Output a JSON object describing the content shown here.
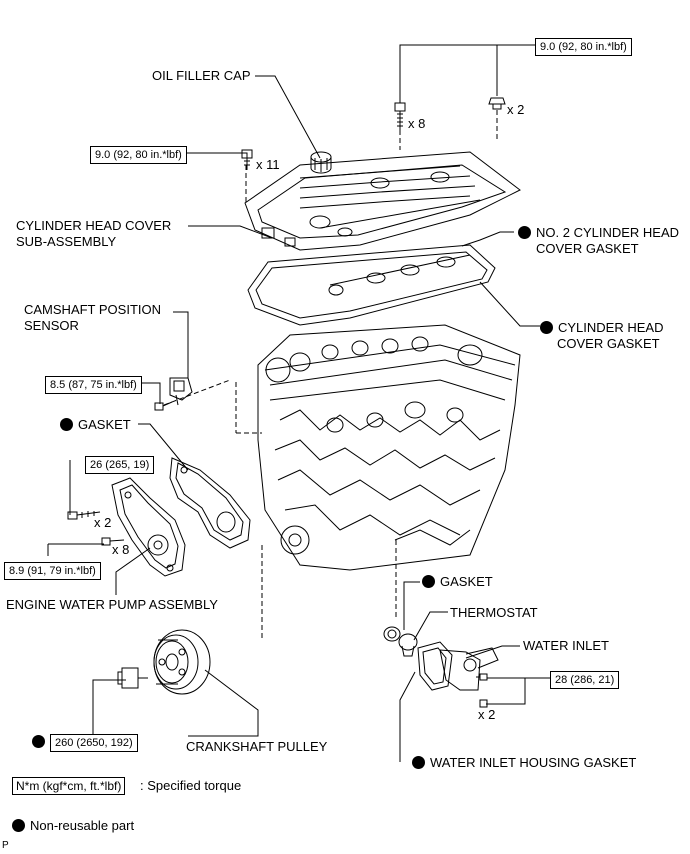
{
  "labels": {
    "oil_filler_cap": "OIL FILLER CAP",
    "chc_line1": "CYLINDER HEAD COVER",
    "chc_line2": "SUB-ASSEMBLY",
    "no2_gasket_line1": "NO. 2 CYLINDER HEAD",
    "no2_gasket_line2": "COVER GASKET",
    "ch_gasket_line1": "CYLINDER HEAD",
    "ch_gasket_line2": "COVER GASKET",
    "cam_sensor_line1": "CAMSHAFT POSITION",
    "cam_sensor_line2": "SENSOR",
    "gasket_pump": "GASKET",
    "water_pump": "ENGINE WATER PUMP ASSEMBLY",
    "crank_pulley": "CRANKSHAFT PULLEY",
    "gasket_thermo": "GASKET",
    "thermostat": "THERMOSTAT",
    "water_inlet": "WATER INLET",
    "water_inlet_gasket": "WATER INLET HOUSING GASKET"
  },
  "torques": {
    "top_right": "9.0 (92, 80 in.*lbf)",
    "top_left": "9.0 (92, 80 in.*lbf)",
    "cam_sensor": "8.5 (87, 75 in.*lbf)",
    "pump_upper": "26 (265, 19)",
    "pump_lower": "8.9 (91, 79 in.*lbf)",
    "crank": "260 (2650, 192)",
    "water_inlet": "28 (286, 21)"
  },
  "quantities": {
    "x8_top": "x 8",
    "x2_top": "x 2",
    "x11": "x 11",
    "x2_pump": "x 2",
    "x8_pump": "x 8",
    "x2_inlet": "x 2"
  },
  "legend": {
    "torque_unit": "N*m (kgf*cm, ft.*lbf)",
    "torque_desc": ": Specified torque",
    "nonreusable": "Non-reusable part"
  },
  "corner_mark": "P"
}
